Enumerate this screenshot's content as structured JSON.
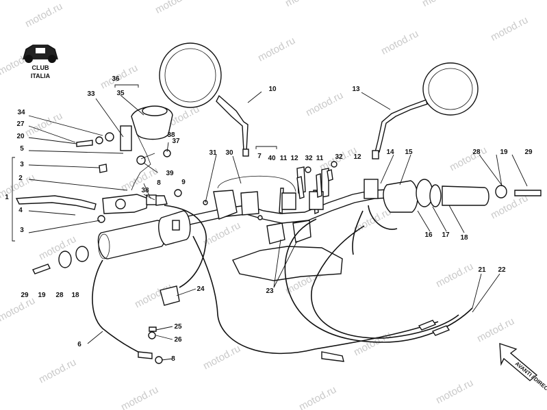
{
  "logo": {
    "line1": "CLUB",
    "line2": "ITALIA"
  },
  "watermark": "motod.ru",
  "direction_label": "AVANTI / DIRECTION",
  "labels": [
    "1",
    "2",
    "3",
    "3",
    "4",
    "5",
    "6",
    "7",
    "8",
    "8",
    "9",
    "10",
    "11",
    "11",
    "12",
    "12",
    "13",
    "14",
    "15",
    "16",
    "17",
    "18",
    "18",
    "19",
    "19",
    "20",
    "21",
    "22",
    "23",
    "24",
    "25",
    "26",
    "27",
    "28",
    "28",
    "29",
    "29",
    "30",
    "31",
    "32",
    "32",
    "33",
    "34",
    "35",
    "36",
    "37",
    "38",
    "38",
    "39",
    "40"
  ]
}
